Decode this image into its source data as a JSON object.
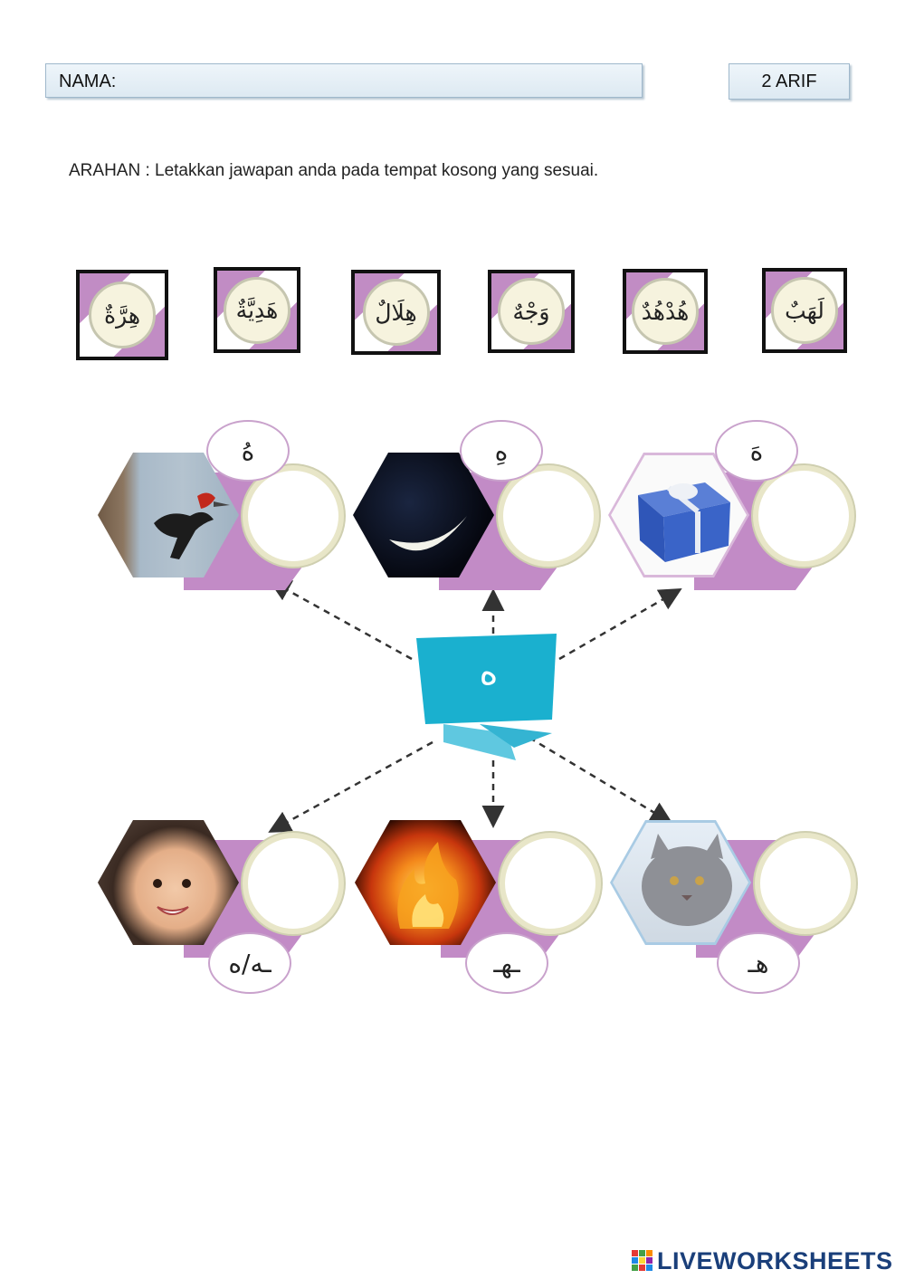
{
  "header": {
    "name_label": "NAMA:",
    "class_label": "2 ARIF"
  },
  "instruction": "ARAHAN : Letakkan jawapan anda pada tempat kosong yang sesuai.",
  "cards": [
    {
      "word": "هِرَّةٌ"
    },
    {
      "word": "هَدِيَّةٌ"
    },
    {
      "word": "هِلَالٌ"
    },
    {
      "word": "وَجْهٌ"
    },
    {
      "word": "هُدْهُدٌ"
    },
    {
      "word": "لَهَبٌ"
    }
  ],
  "top_row": [
    {
      "label": "هُ",
      "image": "woodpecker-image"
    },
    {
      "label": "هِ",
      "image": "crescent-moon-image"
    },
    {
      "label": "هَ",
      "image": "gift-box-image"
    }
  ],
  "bottom_row": [
    {
      "label": "ـه/ه",
      "image": "child-face-image"
    },
    {
      "label": "ـهـ",
      "image": "fire-image"
    },
    {
      "label": "هـ",
      "image": "cat-image"
    }
  ],
  "center": {
    "letter": "ه"
  },
  "footer": {
    "brand": "LIVEWORKSHEETS"
  },
  "colors": {
    "accent_purple": "#c28bc6",
    "ribbon_cyan": "#1ab0cf",
    "brand_blue": "#1a3f7a"
  }
}
